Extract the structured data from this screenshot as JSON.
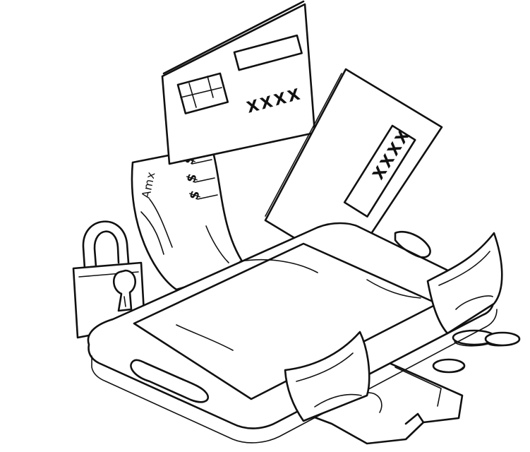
{
  "illustration": {
    "front_card_mask": "XXXX",
    "back_card_mask": "XXXX",
    "signature": "Amx",
    "currency_symbol": "$",
    "ink_color": "#111111",
    "background_color": "#ffffff"
  }
}
